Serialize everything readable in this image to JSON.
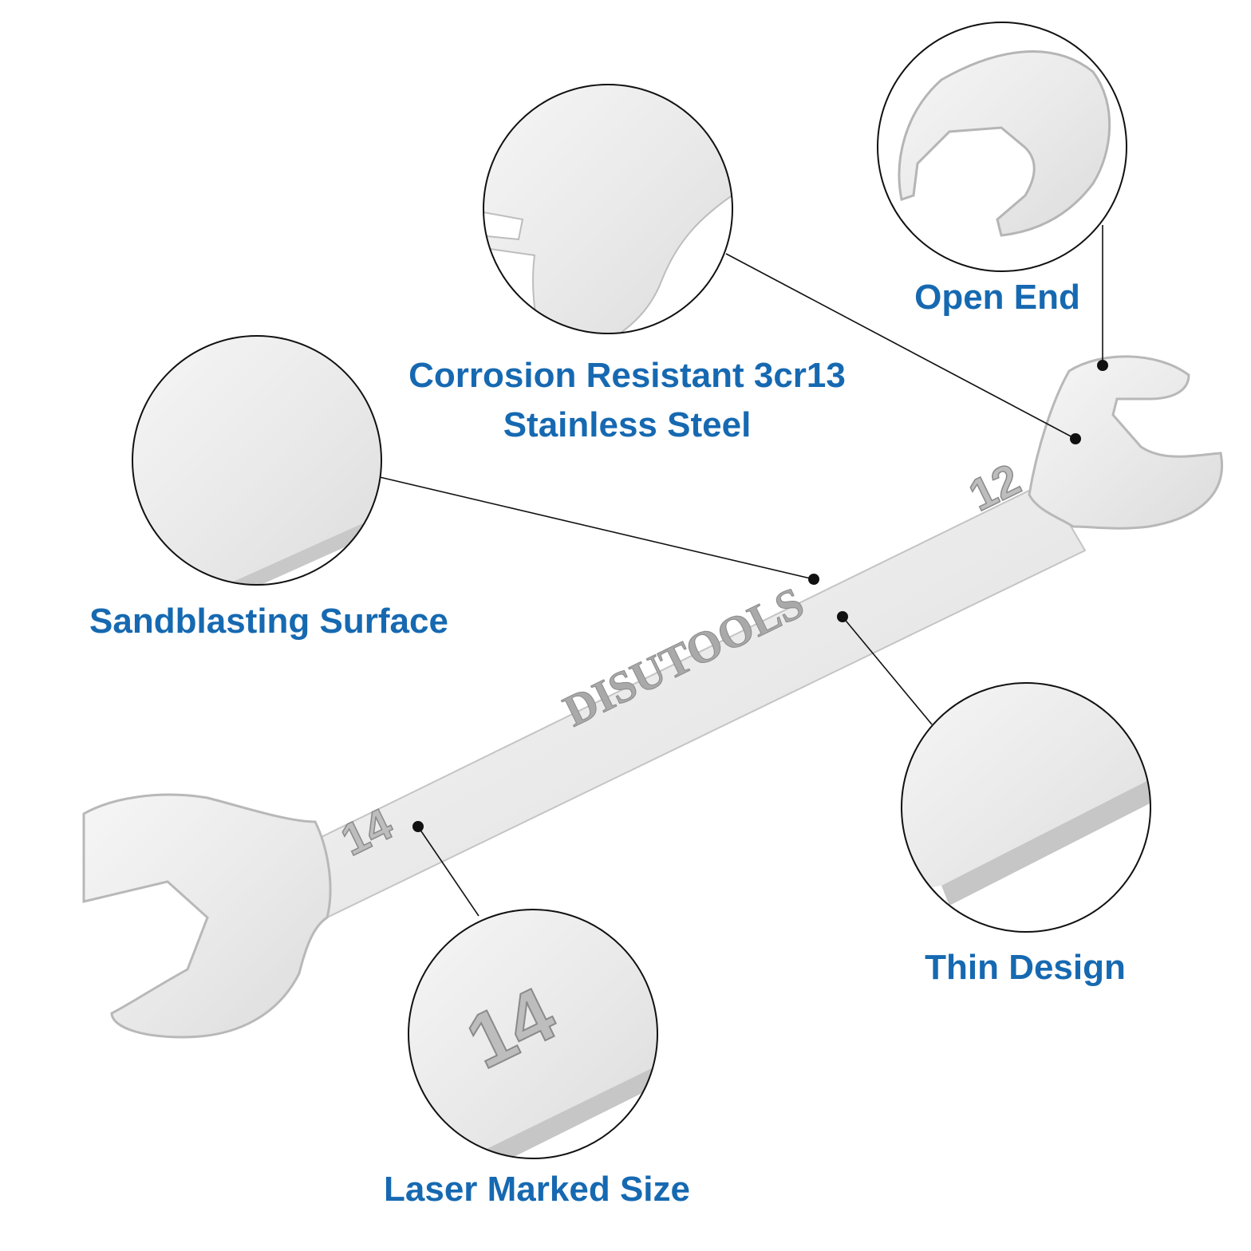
{
  "features": {
    "open_end": "Open End",
    "corrosion_line1": "Corrosion Resistant 3cr13",
    "corrosion_line2": "Stainless Steel",
    "sandblasting": "Sandblasting Surface",
    "thin_design": "Thin Design",
    "laser_marked": "Laser Marked Size"
  },
  "wrench": {
    "size_large": "14",
    "size_small": "12",
    "brand_lettering": "DISUTOOLS"
  },
  "colors": {
    "label_blue": "#1669b1",
    "steel": "#ececec",
    "steel_edge": "#b8b8b8",
    "leader_line": "#111111"
  }
}
